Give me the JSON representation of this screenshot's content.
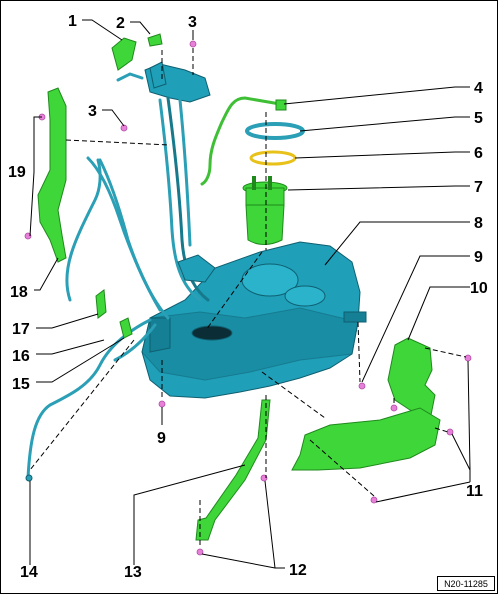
{
  "callouts": [
    "1",
    "2",
    "3",
    "3",
    "4",
    "5",
    "6",
    "7",
    "8",
    "9",
    "10",
    "9",
    "11",
    "12",
    "13",
    "14",
    "15",
    "16",
    "17",
    "18",
    "19"
  ],
  "figure_id": "N20-11285",
  "colors": {
    "tank": "#1f9fb8",
    "bracket": "#3fd63a",
    "bolt": "#e680d8",
    "seal": "#e8c21a"
  }
}
